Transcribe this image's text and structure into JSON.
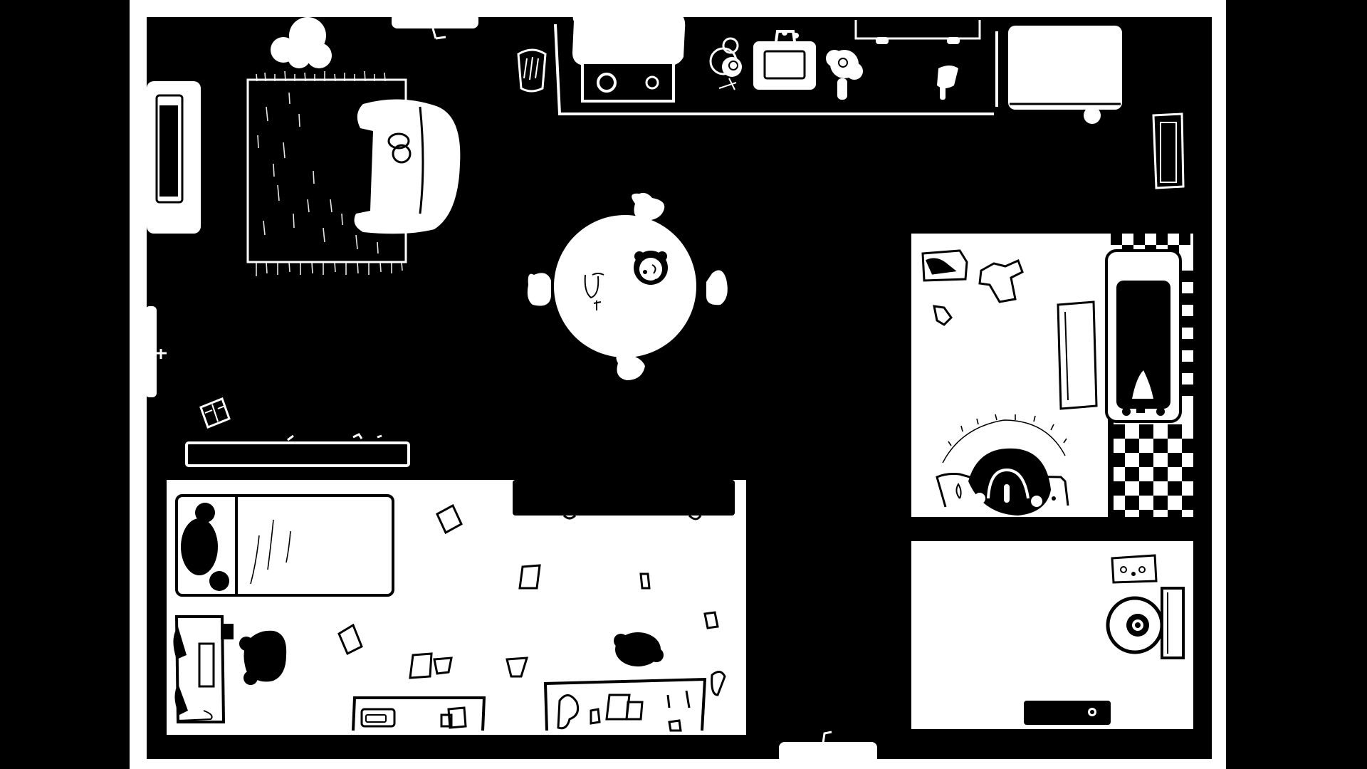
{
  "scene": {
    "kind": "top-down apartment floor plan",
    "colors": {
      "letterbox": "#000000",
      "wall": "#ffffff",
      "floor_dark": "#000000",
      "floor_light": "#ffffff",
      "ink": "#000000"
    },
    "rooms": [
      "living-room-kitchen",
      "bedroom",
      "bathroom",
      "laundry-room"
    ],
    "objects": {
      "living": [
        "tv-icon",
        "rug-icon",
        "armchair-icon",
        "lamp-icon",
        "radiator-icon",
        "book-icon",
        "bench-icon"
      ],
      "kitchen": [
        "trash-can-icon",
        "stove-icon",
        "dishes-icon",
        "sink-icon",
        "plant-icon",
        "fridge-icon",
        "table-icon",
        "chairs-icon",
        "character-icon",
        "plate-icon"
      ],
      "bedroom": [
        "bed-icon",
        "wardrobe-icon",
        "office-chair-icon",
        "desk-icon",
        "paper-icon"
      ],
      "bathroom": [
        "bathtub-icon",
        "shelf-icon",
        "clothes-icon",
        "toilet-icon",
        "checker-floor-icon"
      ],
      "laundry": [
        "washing-machine-icon",
        "control-panel-icon",
        "mat-icon"
      ]
    }
  }
}
